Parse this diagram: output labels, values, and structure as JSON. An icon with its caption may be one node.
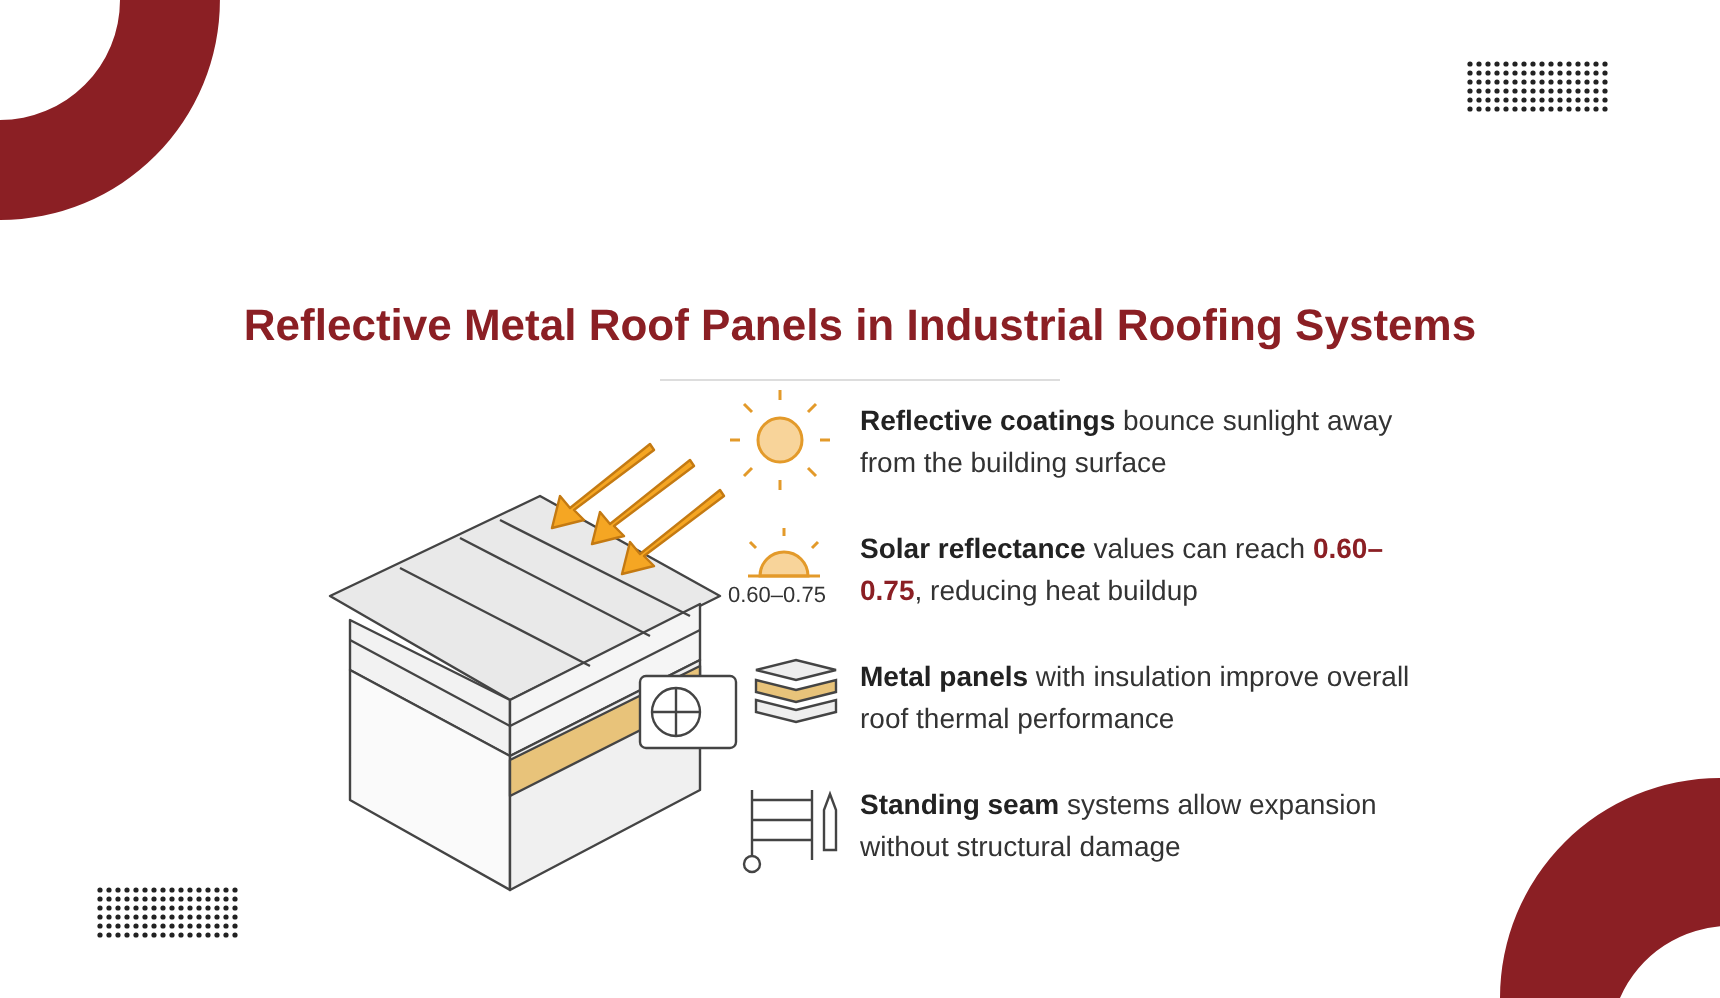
{
  "diagram": {
    "title": "Reflective Metal Roof Panels in Industrial Roofing Systems",
    "labels": [
      "0.60–0.75",
      "**Reflective coatings** bounce sunlight away from the building surface",
      "**Solar reflectance** values can reach **0.60–0.75**, reducing heat buildup",
      "**Metal panels** with insulation improve overall roof thermal performance",
      "**Standing seam** systems allow expansion without structural damage"
    ]
  }
}
